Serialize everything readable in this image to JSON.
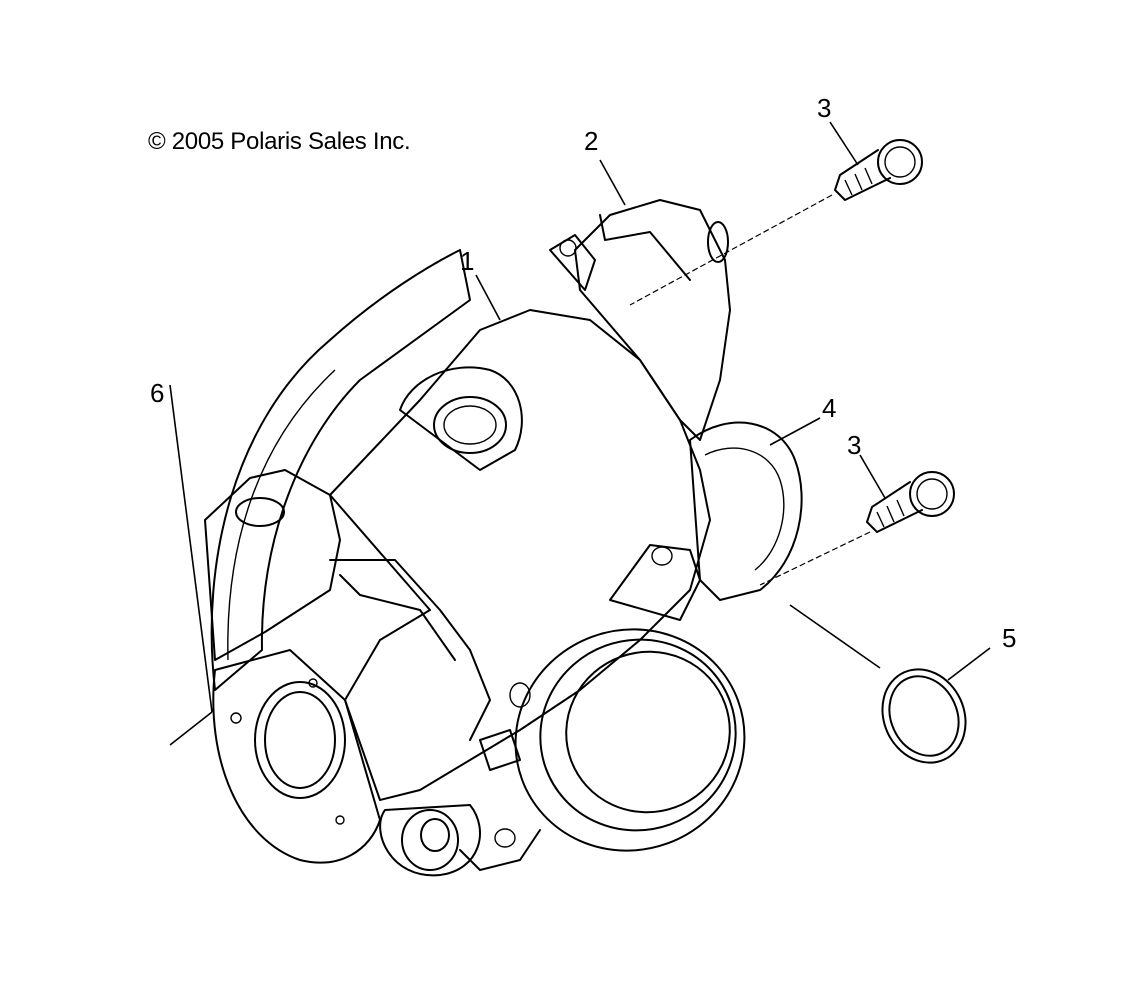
{
  "copyright": "© 2005 Polaris Sales Inc.",
  "callouts": [
    {
      "id": "1",
      "label": "1"
    },
    {
      "id": "2",
      "label": "2"
    },
    {
      "id": "3a",
      "label": "3"
    },
    {
      "id": "3b",
      "label": "3"
    },
    {
      "id": "4",
      "label": "4"
    },
    {
      "id": "5",
      "label": "5"
    },
    {
      "id": "6",
      "label": "6"
    }
  ]
}
